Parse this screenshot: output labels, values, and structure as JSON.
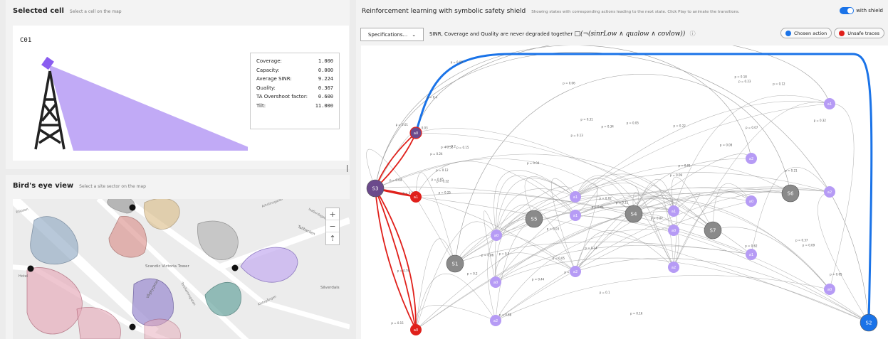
{
  "selected_cell": {
    "title": "Selected cell",
    "subtitle": "Select a cell on the map",
    "cell_id": "C01",
    "stats": [
      {
        "label": "Coverage:",
        "value": "1.000"
      },
      {
        "label": "Capacity:",
        "value": "0.000"
      },
      {
        "label": "Average SINR:",
        "value": "9.224"
      },
      {
        "label": "Quality:",
        "value": "0.367"
      },
      {
        "label": "TA Overshoot factor:",
        "value": "0.600"
      },
      {
        "label": "Tilt:",
        "value": "11.000"
      }
    ]
  },
  "birds_eye": {
    "title": "Bird's eye view",
    "subtitle": "Select a site sector on the map",
    "map_labels": [
      "Scandic Victoria Tower",
      "Silverdals",
      "Tallbacken",
      "Vågbygatan",
      "Torshamnsgatan",
      "Kistagången",
      "Arholmsgatan",
      "Isafjordsgatan",
      "Ellipsen",
      "Hotel"
    ],
    "zoom_in": "+",
    "zoom_out": "−",
    "compass": "⇡"
  },
  "rl": {
    "title": "Reinforcement learning with symbolic safety shield",
    "subtitle": "Showing states with corresponding actions leading to the next state. Click Play to animate the transitions.",
    "toggle_label": "with shield",
    "spec_label": "Specifications...",
    "spec_chevron": "⌄",
    "spec_text": "SINR, Coverage and Quality are never degraded together",
    "spec_formula": "□(¬(sinrLow ∧ qualow ∧ covlow))",
    "info_icon": "ⓘ",
    "legend": [
      {
        "label": "Chosen action",
        "color": "#1a73e8"
      },
      {
        "label": "Unsafe traces",
        "color": "#e0201b"
      }
    ]
  },
  "graph": {
    "colors": {
      "state": "#8a8a8a",
      "action": "#b69bf5",
      "start": "#6b4a8c",
      "unsafe": "#e0201b",
      "chosen": "#1a73e8",
      "goal": "#1a73e8"
    },
    "states": [
      {
        "id": "S3",
        "kind": "start"
      },
      {
        "id": "S1",
        "kind": "state"
      },
      {
        "id": "S5",
        "kind": "state"
      },
      {
        "id": "S4",
        "kind": "state"
      },
      {
        "id": "S7",
        "kind": "state"
      },
      {
        "id": "S6",
        "kind": "state"
      },
      {
        "id": "S2",
        "kind": "goal"
      }
    ],
    "actions": [
      {
        "id": "a0",
        "kind": "start-action"
      },
      {
        "id": "a1",
        "kind": "unsafe"
      },
      {
        "id": "a0",
        "kind": "unsafe"
      },
      {
        "id": "a0",
        "kind": "action"
      },
      {
        "id": "a1",
        "kind": "action"
      },
      {
        "id": "a2",
        "kind": "action"
      },
      {
        "id": "a1",
        "kind": "action"
      },
      {
        "id": "a0",
        "kind": "action"
      },
      {
        "id": "a2",
        "kind": "action"
      },
      {
        "id": "a1",
        "kind": "action"
      },
      {
        "id": "a0",
        "kind": "action"
      },
      {
        "id": "a2",
        "kind": "action"
      },
      {
        "id": "a2",
        "kind": "action"
      },
      {
        "id": "a0",
        "kind": "action"
      },
      {
        "id": "a1",
        "kind": "action"
      },
      {
        "id": "a1",
        "kind": "action"
      },
      {
        "id": "a2",
        "kind": "action"
      },
      {
        "id": "a0",
        "kind": "action"
      }
    ],
    "edge_labels": [
      "p = 0.01",
      "p = 0.2",
      "p = 0.03",
      "p = 0.11",
      "p = 0.16",
      "p = 0.24",
      "p = 0.4",
      "p = 0.15",
      "p = 0.52",
      "p = 0.12",
      "p = 0.44",
      "p = 0.02",
      "p = 0.37",
      "p = 0.05",
      "p = 0.34",
      "p = 0.07",
      "p = 0.09",
      "p = 0.1",
      "p = 0.25",
      "p = 0.31",
      "p = 0.62",
      "p = 0.06",
      "p = 0.22",
      "p = 0.18",
      "p = 0.13",
      "p = 0.04",
      "p = 0.08",
      "p = 0.27",
      "p = 0.61",
      "p = 0.76",
      "p = 0.14",
      "p = 0.23",
      "p = 0.65",
      "p = 0.32",
      "p = 0.04",
      "p = 0.09",
      "p = 0.21",
      "p = 0.17",
      "p = 0.2",
      "p = 0.07",
      "p = 0.03",
      "p = 0.65",
      "p = 0.06",
      "p = 0.05",
      "p = 0.15",
      "p = 0.22",
      "p = 0.88",
      "p = 0.5",
      "p = 0.01",
      "p = 0.12",
      "p = 0.09"
    ]
  }
}
